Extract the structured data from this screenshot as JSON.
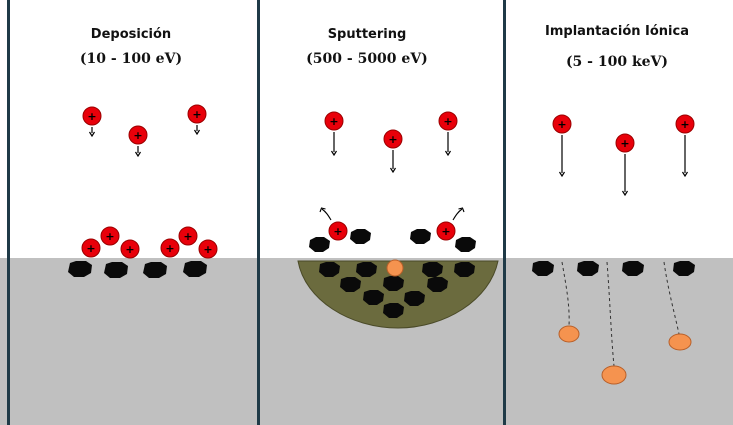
{
  "panels": [
    {
      "title": "Deposición",
      "energy": "(10 - 100 eV)"
    },
    {
      "title": "Sputtering",
      "energy": "(500 - 5000 eV)"
    },
    {
      "title": "Implantación Iónica",
      "energy": "(5 - 100 keV)"
    }
  ],
  "ion_symbol": "+",
  "colors": {
    "background": "#ffffff",
    "substrate": "#c0c0c0",
    "divider": "#1f3a47",
    "ion_fill": "#e8000a",
    "ion_stroke": "#9b0000",
    "atom": "#0a0a0a",
    "implanted_atom": "#f5934f",
    "crater": "#6b6b3e"
  }
}
